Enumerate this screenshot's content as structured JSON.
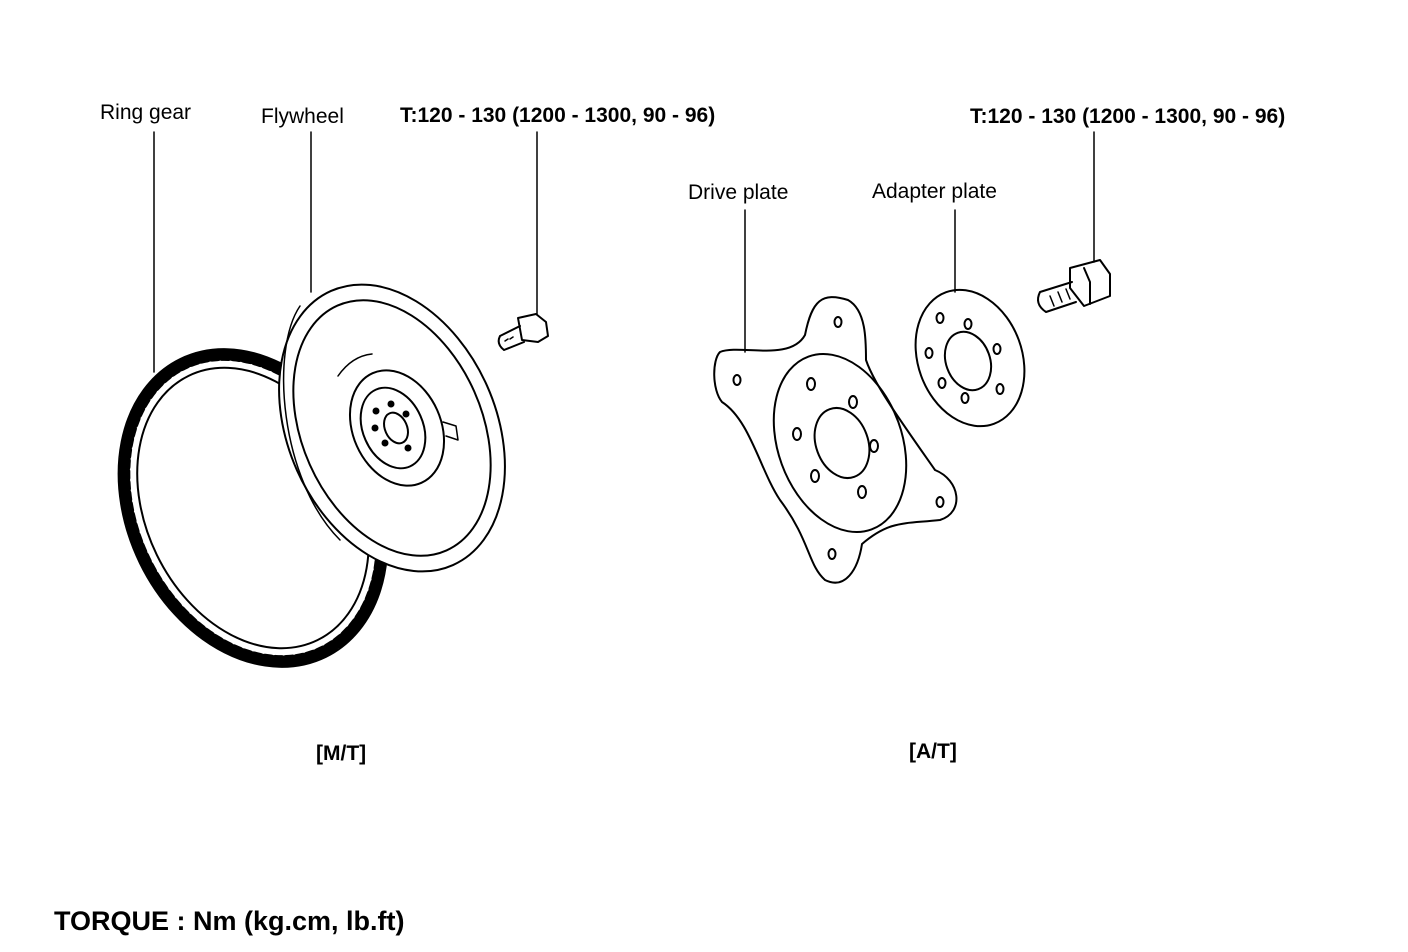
{
  "labels": {
    "ring_gear": "Ring gear",
    "flywheel": "Flywheel",
    "torque_mt_bolt": "T:120 - 130 (1200 - 1300, 90 - 96)",
    "drive_plate": "Drive plate",
    "adapter_plate": "Adapter plate",
    "torque_at_bolt": "T:120 - 130 (1200 - 1300, 90 - 96)",
    "mt_caption": "[M/T]",
    "at_caption": "[A/T]",
    "torque_units": "TORQUE : Nm (kg.cm, lb.ft)"
  },
  "colors": {
    "ink": "#000000",
    "paper": "#ffffff"
  }
}
